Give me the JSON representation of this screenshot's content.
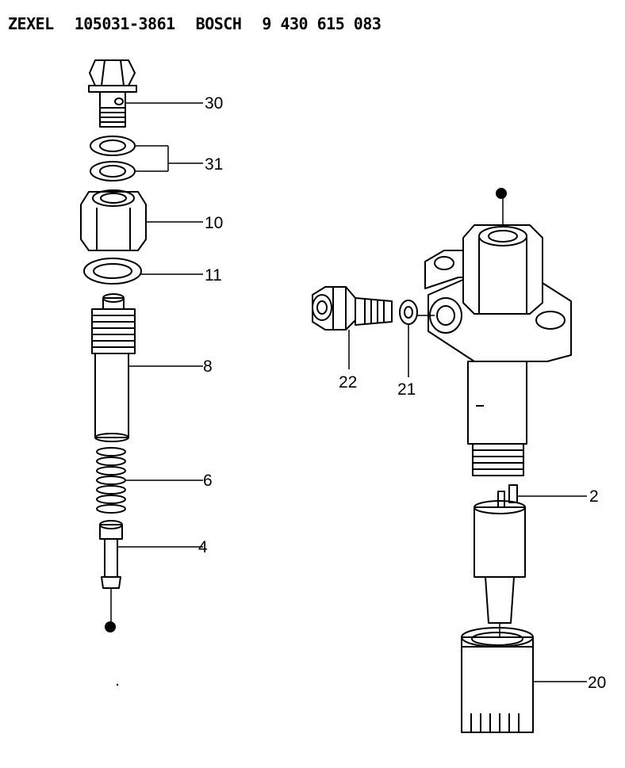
{
  "header": {
    "maker1": "ZEXEL",
    "part1": "105031-3861",
    "maker2": "BOSCH",
    "part2": "9 430 615 083"
  },
  "callouts": {
    "c30": "30",
    "c31": "31",
    "c10": "10",
    "c11": "11",
    "c8": "8",
    "c6": "6",
    "c4": "4",
    "c22": "22",
    "c21": "21",
    "c2": "2",
    "c20": "20"
  },
  "colors": {
    "line": "#000000",
    "background": "#ffffff"
  }
}
